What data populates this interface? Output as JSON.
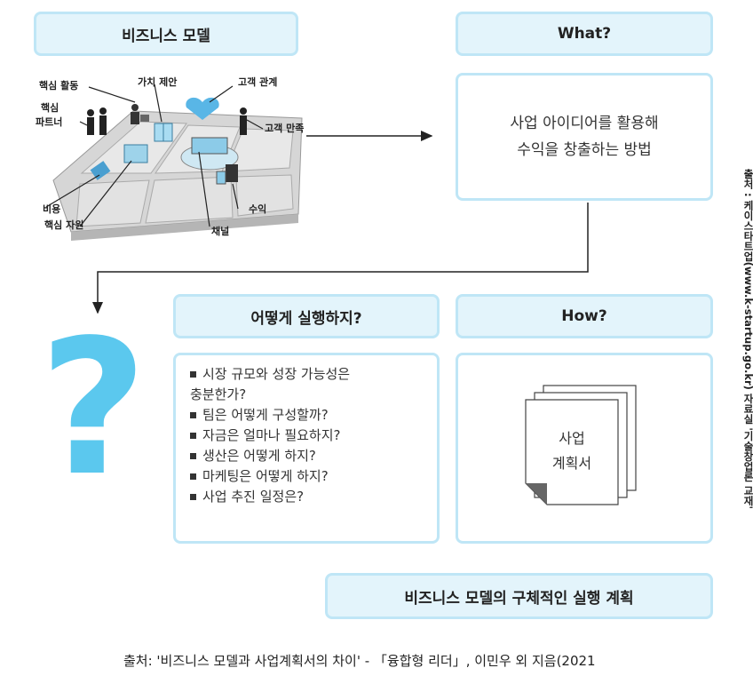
{
  "business_model": {
    "header": "비즈니스 모델",
    "labels": {
      "key_activities": "핵심 활동",
      "value_proposition": "가치 제안",
      "customer_relations": "고객 관계",
      "key_partners_line1": "핵심",
      "key_partners_line2": "파트너",
      "customer_satisfaction": "고객 만족",
      "cost": "비용",
      "key_resources": "핵심 자원",
      "revenue": "수익",
      "channel": "채널"
    }
  },
  "what": {
    "header": "What?",
    "line1": "사업 아이디어를 활용해",
    "line2": "수익을 창출하는 방법"
  },
  "how_execute": {
    "header": "어떻게 실행하지?",
    "questions": [
      "시장 규모와 성장 가능성은",
      "충분한가?",
      "팀은 어떻게 구성할까?",
      "자금은 얼마나 필요하지?",
      "생산은 어떻게 하지?",
      "마케팅은 어떻게 하지?",
      "사업 추진 일정은?"
    ]
  },
  "how": {
    "header": "How?",
    "doc_line1": "사업",
    "doc_line2": "계획서"
  },
  "question_mark": "?",
  "bottom_banner": "비즈니스 모델의 구체적인 실행 계획",
  "side_source": "출처 : 케이스타트업(www.k-startup.go.kr) 자료실 '기술창업론 교재'",
  "footer": "출처: '비즈니스 모델과 사업계획서의 차이' - 「융합형 리더」, 이민우 외 지음(2021",
  "colors": {
    "header_bg": "#e3f4fb",
    "border": "#bfe6f6",
    "question_mark": "#5bc8ee",
    "heart": "#59b6e6"
  }
}
